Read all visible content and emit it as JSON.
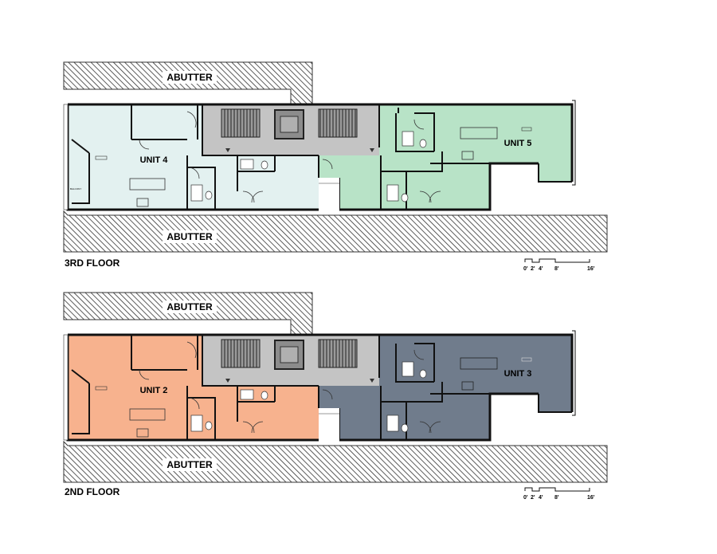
{
  "colors": {
    "unit4": "#e3f1f0",
    "unit5": "#b8e3c7",
    "unit2": "#f7b28e",
    "unit3": "#707c8c",
    "core": "#c4c4c4",
    "wall": "#111111",
    "hatch": "#333333"
  },
  "floors": [
    {
      "label": "3RD FLOOR",
      "abutter_top": "ABUTTER",
      "abutter_bottom": "ABUTTER",
      "balcony": "BALCONY",
      "units": [
        {
          "name": "UNIT 4",
          "color_key": "unit4"
        },
        {
          "name": "UNIT 5",
          "color_key": "unit5"
        }
      ],
      "scale": [
        "0'",
        "2'",
        "4'",
        "8'",
        "16'"
      ]
    },
    {
      "label": "2ND FLOOR",
      "abutter_top": "ABUTTER",
      "abutter_bottom": "ABUTTER",
      "units": [
        {
          "name": "UNIT 2",
          "color_key": "unit2"
        },
        {
          "name": "UNIT 3",
          "color_key": "unit3"
        }
      ],
      "scale": [
        "0'",
        "2'",
        "4'",
        "8'",
        "16'"
      ]
    }
  ]
}
